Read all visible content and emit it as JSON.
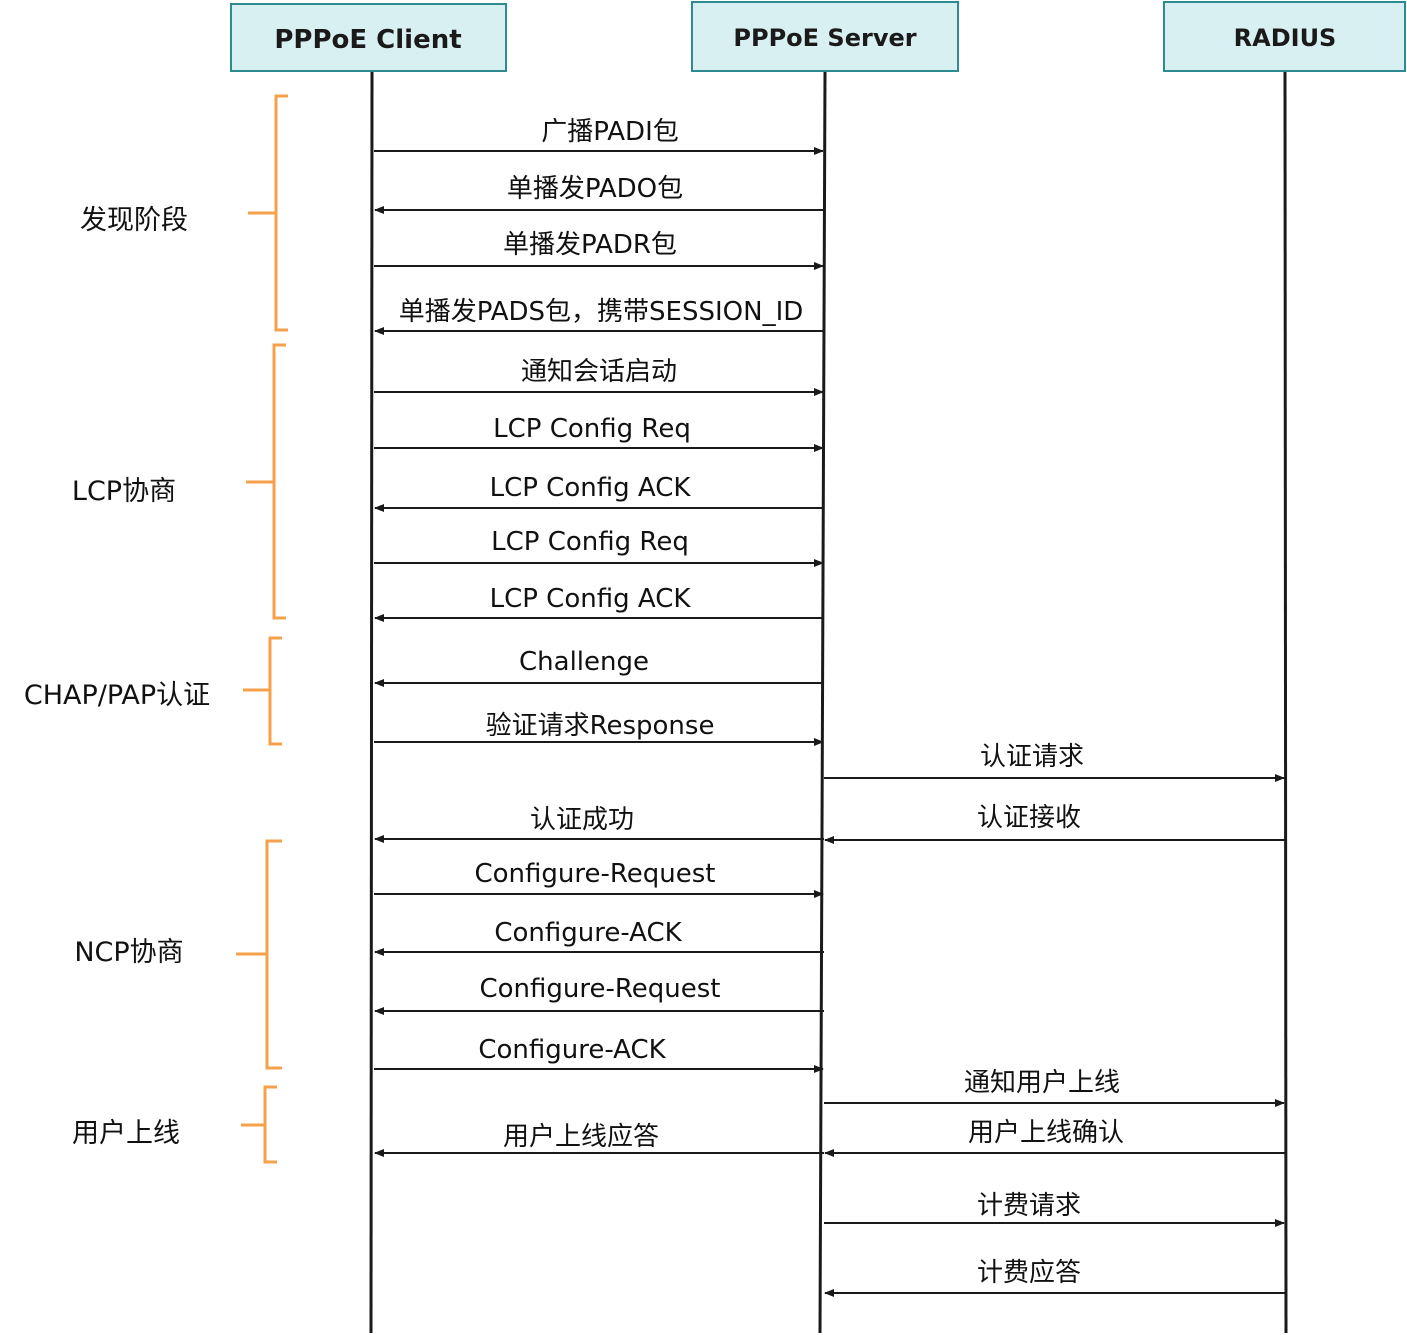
{
  "participants": {
    "client": "PPPoE Client",
    "server": "PPPoE Server",
    "radius": "RADIUS"
  },
  "phases": {
    "discovery": "发现阶段",
    "lcp": "LCP协商",
    "auth": "CHAP/PAP认证",
    "ncp": "NCP协商",
    "online": "用户上线"
  },
  "messages": [
    {
      "from": "client",
      "to": "server",
      "label": "广播PADI包"
    },
    {
      "from": "server",
      "to": "client",
      "label": "单播发PADO包"
    },
    {
      "from": "client",
      "to": "server",
      "label": "单播发PADR包"
    },
    {
      "from": "server",
      "to": "client",
      "label": "单播发PADS包，携带SESSION_ID"
    },
    {
      "from": "client",
      "to": "server",
      "label": "通知会话启动"
    },
    {
      "from": "client",
      "to": "server",
      "label": "LCP Config Req"
    },
    {
      "from": "server",
      "to": "client",
      "label": "LCP Config ACK"
    },
    {
      "from": "client",
      "to": "server",
      "label": "LCP Config Req"
    },
    {
      "from": "server",
      "to": "client",
      "label": "LCP Config ACK"
    },
    {
      "from": "server",
      "to": "client",
      "label": "Challenge"
    },
    {
      "from": "client",
      "to": "server",
      "label": "验证请求Response"
    },
    {
      "from": "server",
      "to": "radius",
      "label": "认证请求"
    },
    {
      "from": "server",
      "to": "client",
      "label": "认证成功"
    },
    {
      "from": "radius",
      "to": "server",
      "label": "认证接收"
    },
    {
      "from": "client",
      "to": "server",
      "label": "Configure-Request"
    },
    {
      "from": "server",
      "to": "client",
      "label": "Configure-ACK"
    },
    {
      "from": "server",
      "to": "client",
      "label": "Configure-Request"
    },
    {
      "from": "client",
      "to": "server",
      "label": "Configure-ACK"
    },
    {
      "from": "server",
      "to": "radius",
      "label": "通知用户上线"
    },
    {
      "from": "server",
      "to": "client",
      "label": "用户上线应答"
    },
    {
      "from": "radius",
      "to": "server",
      "label": "用户上线确认"
    },
    {
      "from": "server",
      "to": "radius",
      "label": "计费请求"
    },
    {
      "from": "radius",
      "to": "server",
      "label": "计费应答"
    }
  ],
  "colors": {
    "header_fill": "#d9f0f3",
    "header_border": "#2e8b8f",
    "bracket": "#f5a04a",
    "line": "#1a1a1a"
  }
}
